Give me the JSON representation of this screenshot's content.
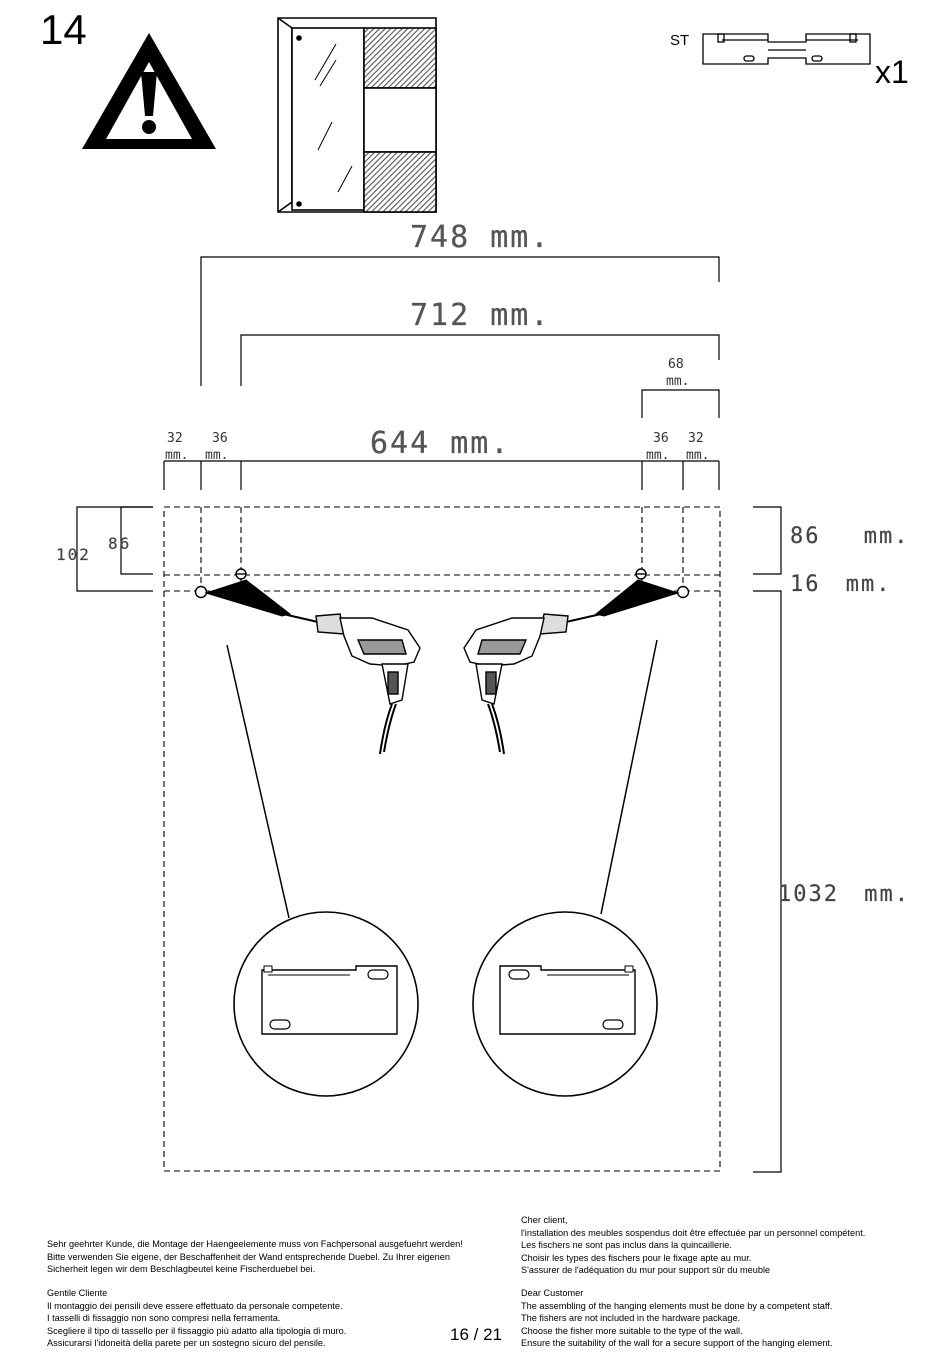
{
  "header": {
    "step_number": "14",
    "kit_label": "ST",
    "kit_quantity": "x1"
  },
  "dimensions": {
    "overall_width": "748 mm.",
    "inner_width": "712 mm.",
    "hole_spacing": "644 mm.",
    "left_offset_outer_value": "32",
    "left_offset_outer_unit": "mm.",
    "left_offset_inner_value": "36",
    "left_offset_inner_unit": "mm.",
    "right_offset_inner_value": "36",
    "right_offset_inner_unit": "mm.",
    "right_offset_outer_value": "32",
    "right_offset_outer_unit": "mm.",
    "right_top_offset_value": "68",
    "right_top_offset_unit": "mm.",
    "left_height_outer": "102",
    "left_height_inner": "86",
    "top_depth": "86 mm.",
    "hole_row_gap": "16 mm.",
    "cabinet_height": "1032 mm."
  },
  "instructions": {
    "german": [
      "Sehr geehrter Kunde, die Montage der Haengeelemente muss von Fachpersonal ausgefuehrt werden!",
      "Bitte verwenden Sie eigene, der Beschaffenheit der Wand entsprechende Duebel. Zu Ihrer eigenen",
      "Sicherheit legen wir dem Beschlagbeutel keine Fischerduebel bei."
    ],
    "italian": [
      "Gentile Cliente",
      "Il montaggio dei pensili deve essere effettuato da personale competente.",
      "I tasselli di fissaggio non sono compresi nella ferramenta.",
      "Scegliere il tipo di tassello per il fissaggio più adatto alla tipologia di muro.",
      "Assicurarsi l'idoneità della parete per un sostegno sicuro del pensile."
    ],
    "french": [
      "Cher client,",
      "l'installation des meubles sospendus doit être effectuée par un personnel compétent.",
      "Les fischers ne sont pas inclus dans la quincaillerie.",
      "Choisir les types des fischers pour le fixage apte au mur.",
      "S'assurer de l'adéquation du mur pour support sûr du meuble"
    ],
    "english": [
      "Dear Customer",
      "The assembling of the hanging elements must be done by a competent staff.",
      "The fishers are not included in the hardware package.",
      "Choose the fisher more suitable to the type of the wall.",
      " Ensure the suitability of the wall for a secure support of the hanging element."
    ]
  },
  "footer": {
    "page_number": "16 / 21"
  }
}
